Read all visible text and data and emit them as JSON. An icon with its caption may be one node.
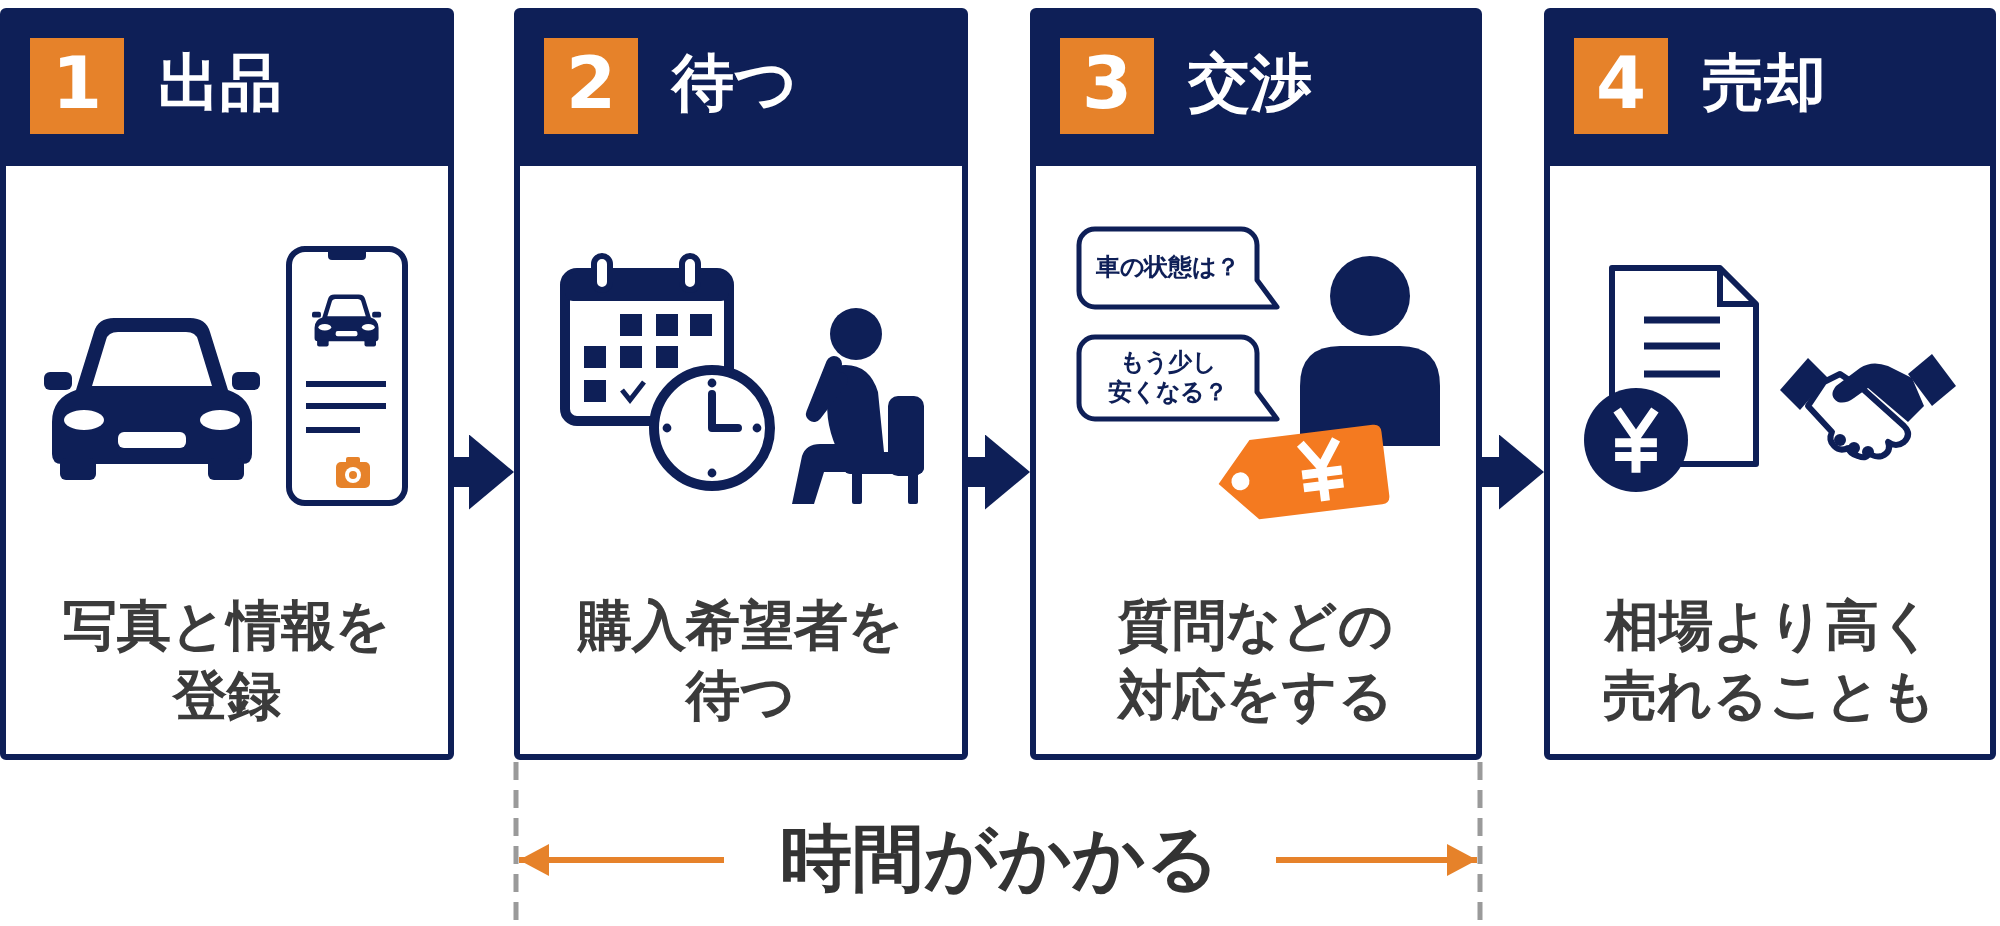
{
  "diagram": {
    "nodes": [
      {
        "text": [
          "1",
          "出品",
          "写真と情報を登録"
        ]
      },
      {
        "text": [
          "2",
          "待つ",
          "購入希望者を待つ"
        ]
      },
      {
        "text": [
          "3",
          "交渉",
          "質問などの対応をする"
        ]
      },
      {
        "text": [
          "4",
          "売却",
          "相場より高く売れることも"
        ]
      },
      {
        "text": [
          "車の状態は？"
        ],
        "in": 2
      },
      {
        "text": [
          "もう少し安くなる？"
        ],
        "in": 2
      }
    ],
    "edges": [
      {
        "from": 0,
        "to": 1,
        "arrow": "to"
      },
      {
        "from": 1,
        "to": 2,
        "arrow": "to"
      },
      {
        "from": 2,
        "to": 3,
        "arrow": "to"
      }
    ],
    "labels": [
      "時間がかかる"
    ]
  }
}
